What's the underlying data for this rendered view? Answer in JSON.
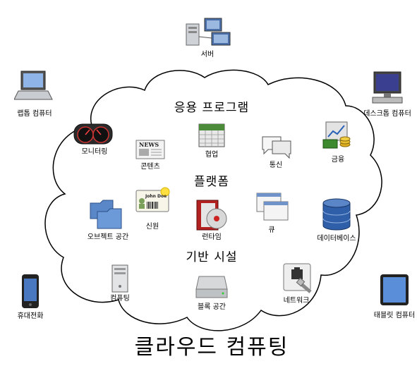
{
  "title": "클라우드 컴퓨팅",
  "sections": {
    "applications": "응용 프로그램",
    "platform": "플랫폼",
    "infrastructure": "기반 시설"
  },
  "devices": {
    "server": "서버",
    "laptop": "랩톱 컴퓨터",
    "desktop": "데스크톱 컴퓨터",
    "phone": "휴대전화",
    "tablet": "태블릿 컴퓨터"
  },
  "apps": {
    "monitoring": "모니터링",
    "content": "콘텐츠",
    "collaboration": "협업",
    "communication": "통신",
    "finance": "금융"
  },
  "platform_items": {
    "identity": "신원",
    "runtime": "런타임",
    "queue": "큐",
    "object_storage": "오브젝트 공간",
    "database": "데이터베이스"
  },
  "infra_items": {
    "compute": "컴퓨팅",
    "block_storage": "블록 공간",
    "network": "네트워크"
  },
  "icon_text": {
    "news": "NEWS",
    "badge_name": "John Doe"
  }
}
